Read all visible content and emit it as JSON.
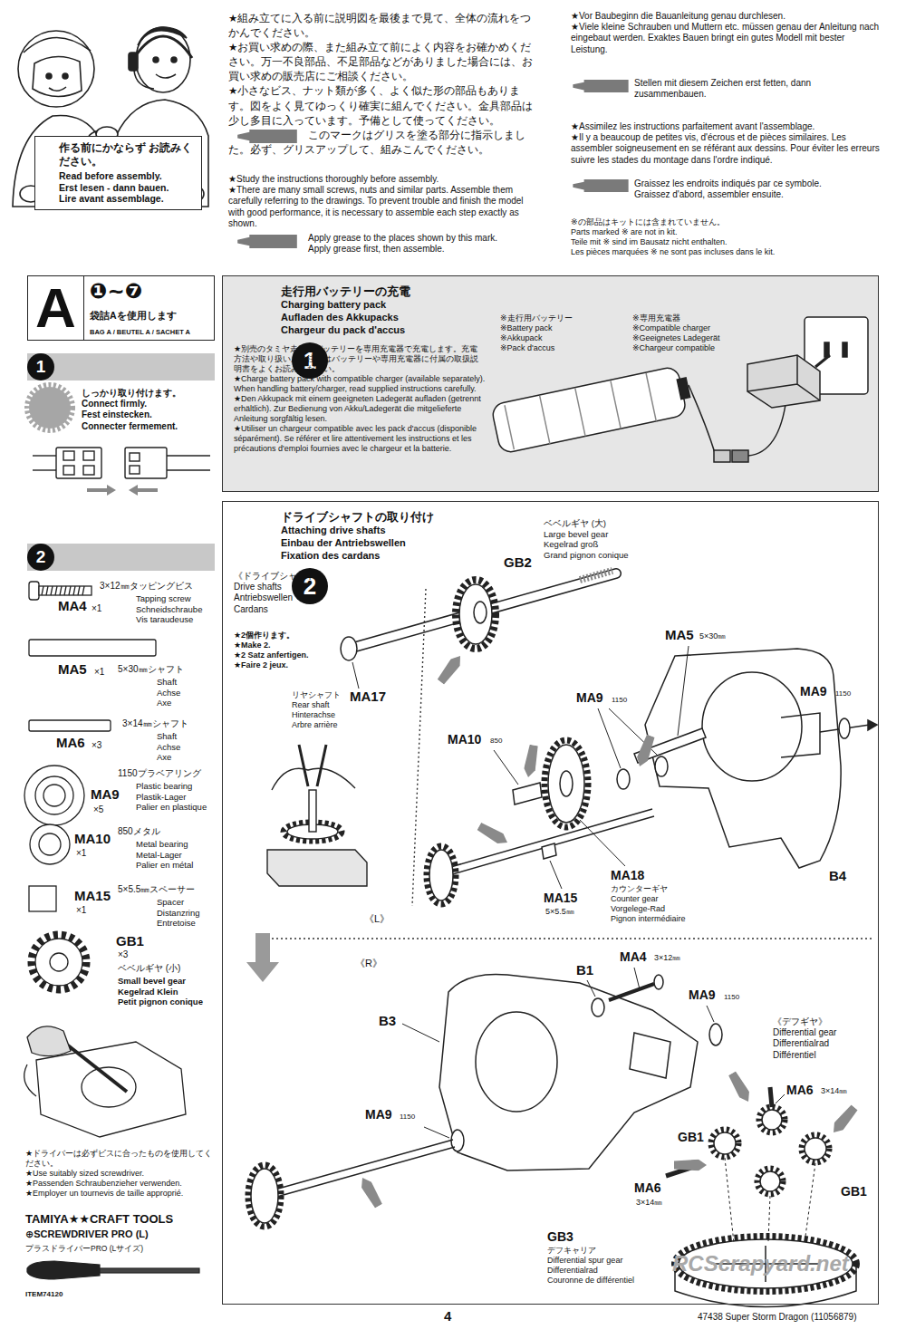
{
  "diagram": {
    "nodes": [
      {
        "text": [
          "作る前にかならず お読みください。",
          "Read before assembly.",
          "Erst lesen - dann bauen.",
          "Lire avant assemblage."
        ]
      },
      {
        "text": [
          "A",
          "❶~❼",
          "袋詰Aを使用します",
          "BAG A / BEUTEL A / SACHET A"
        ]
      },
      {
        "text": [
          "1"
        ]
      },
      {
        "text": [
          "走行用バッテリーの充電",
          "Charging battery pack",
          "Aufladen des Akkupacks",
          "Chargeur du pack d'accus"
        ]
      },
      {
        "text": [
          "1"
        ],
        "in": 3
      },
      {
        "text": [
          "2"
        ]
      },
      {
        "text": [
          "ドライブシャフトの取り付け",
          "Attaching drive shafts",
          "Einbau der Antriebswellen",
          "Fixation des cardans"
        ]
      },
      {
        "text": [
          "2"
        ],
        "in": 6
      }
    ],
    "labels": [
      "★組み立てに入る前に説明図を最後まで見て、全体の流れをつかんでください。",
      "★お買い求めの際、また組み立て前によく内容をお確かめください。万一不良部品、不足部品などがありました場合には、お買い求めの販売店にご相談ください。",
      "★小さなビス、ナット類が多く、よく似た形の部品もあります。図をよく見てゆっくり確実に組んでください。金具部品は少し多目に入っています。予備として使ってください。",
      "このマークはグリスを塗る部分に指示しました。必ず、グリスアップして、組みこんでください。",
      "★Study the instructions thoroughly before assembly.",
      "★There are many small screws, nuts and similar parts. Assemble them carefully referring to the drawings. To prevent trouble and finish the model with good performance, it is necessary to assemble each step exactly as shown.",
      "Apply grease to the places shown by this mark.",
      "Apply grease first, then assemble.",
      "★Vor Baubeginn die Bauanleitung genau durchlesen.",
      "★Viele kleine Schrauben und Muttern etc. müssen genau der Anleitung nach eingebaut werden. Exaktes Bauen bringt ein gutes Modell mit bester Leistung.",
      "Stellen mit diesem Zeichen erst fetten, dann zusammenbauen.",
      "★Assimilez les instructions parfaitement avant l'assemblage.",
      "★Il y a beaucoup de petites vis, d'écrous et de pièces similaires. Les assembler soigneusement en se référant aux dessins. Pour éviter les erreurs suivre les stades du montage dans l'ordre indiqué.",
      "Graissez les endroits indiqués par ce symbole.",
      "Graissez d'abord, assembler ensuite.",
      "※の部品はキットには含まれていません。",
      "Parts marked ※ are not in kit.",
      "Teile mit ※ sind im Bausatz nicht enthalten.",
      "Les pièces marquées ※ ne sont pas incluses dans le kit.",
      "しっかり取り付けます。",
      "Connect firmly.",
      "Fest einstecken.",
      "Connecter fermement.",
      "3×12㎜タッピングビス",
      "Tapping screw",
      "Schneidschraube",
      "Vis taraudeuse",
      "MA4",
      "×1",
      "MA5",
      "×1",
      "5×30㎜シャフト",
      "Shaft",
      "Achse",
      "Axe",
      "MA6",
      "×3",
      "3×14㎜シャフト",
      "Shaft",
      "Achse",
      "Axe",
      "MA9",
      "×5",
      "1150プラベアリング",
      "Plastic bearing",
      "Plastik-Lager",
      "Palier en plastique",
      "MA10",
      "×1",
      "850メタル",
      "Metal bearing",
      "Metal-Lager",
      "Palier en métal",
      "MA15",
      "×1",
      "5×5.5㎜スペーサー",
      "Spacer",
      "Distanzring",
      "Entretoise",
      "GB1",
      "×3",
      "ベベルギヤ (小)",
      "Small bevel gear",
      "Kegelrad Klein",
      "Petit pignon conique",
      "★ドライバーは必ずビスに合ったものを使用してください。",
      "★Use suitably sized screwdriver.",
      "★Passenden Schraubenzieher verwenden.",
      "★Employer un tournevis de taille approprié.",
      "TAMIYA★★CRAFT TOOLS",
      "⊕SCREWDRIVER PRO (L)",
      "プラスドライバーPRO (Lサイズ)",
      "ITEM74120",
      "★別売のタミヤ走行用バッテリーを専用充電器で充電します。充電方法や取り扱い上の注意はバッテリーや専用充電器に付属の取扱説明書をよくお読みください。",
      "★Charge battery pack with compatible charger (available separately). When handling battery/charger, read supplied instructions carefully.",
      "★Den Akkupack mit einem geeigneten Ladegerät aufladen (getrennt erhältlich). Zur Bedienung von Akku/Ladegerät die mitgelieferte Anleitung sorgfältig lesen.",
      "★Utiliser un chargeur compatible avec les pack d'accus (disponible séparément). Se référer et lire attentivement les instructions et les précautions d'emploi fournies avec le chargeur et la batterie.",
      "※走行用バッテリー",
      "※Battery pack",
      "※Akkupack",
      "※Pack d'accus",
      "※専用充電器",
      "※Compatible charger",
      "※Geeignetes Ladegerät",
      "※Chargeur compatible",
      "《ドライブシャフト》",
      "Drive shafts",
      "Antriebswellen",
      "Cardans",
      "★2個作ります。",
      "★Make 2.",
      "★2 Satz anfertigen.",
      "★Faire 2 jeux.",
      "GB2",
      "ベベルギヤ (大)",
      "Large bevel gear",
      "Kegelrad groß",
      "Grand pignon conique",
      "リヤシャフト",
      "Rear shaft",
      "Hinterachse",
      "Arbre arrière",
      "MA17",
      "MA5",
      "5×30㎜",
      "MA9",
      "1150",
      "MA9",
      "1150",
      "MA10",
      "850",
      "MA18",
      "カウンターギヤ",
      "Counter gear",
      "Vorgelege-Rad",
      "Pignon intermédiaire",
      "MA15",
      "5×5.5㎜",
      "B4",
      "《L》",
      "《R》",
      "B1",
      "MA4",
      "3×12㎜",
      "MA9",
      "1150",
      "B3",
      "MA9",
      "1150",
      "《デフギヤ》",
      "Differential gear",
      "Differentialrad",
      "Différentiel",
      "MA6",
      "3×14㎜",
      "GB1",
      "GB1",
      "MA6",
      "3×14㎜",
      "GB3",
      "デフキャリア",
      "Differential spur gear",
      "Differentialrad",
      "Couronne de différentiel",
      "RCScrapyard.net",
      "4",
      "47438 Super Storm Dragon (11056879)"
    ]
  }
}
